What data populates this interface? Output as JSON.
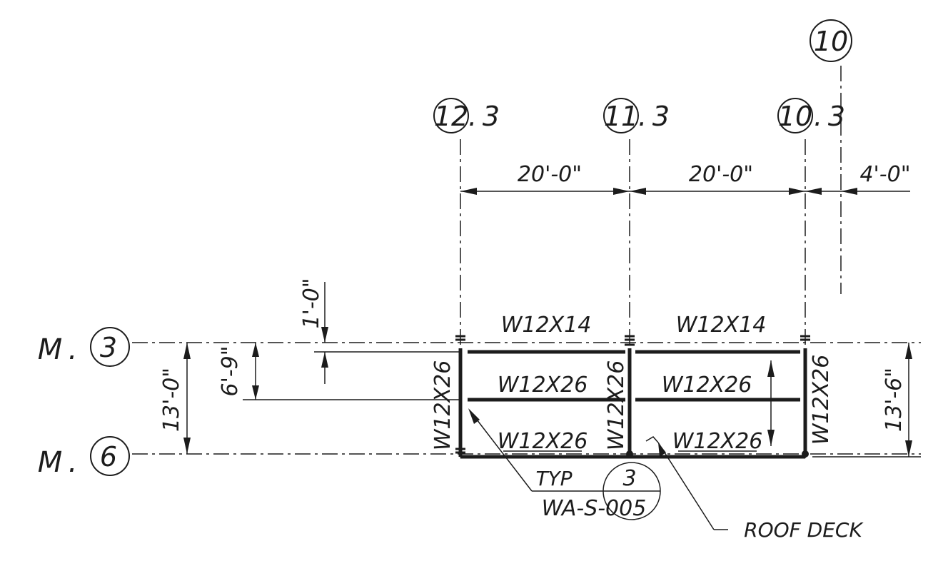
{
  "grid_columns": [
    {
      "id": "col-12-3",
      "label_main": "12",
      "label_suffix": "3"
    },
    {
      "id": "col-11-3",
      "label_main": "11",
      "label_suffix": "3"
    },
    {
      "id": "col-10-3",
      "label_main": "10",
      "label_suffix": "3"
    },
    {
      "id": "col-10",
      "label_main": "10",
      "label_suffix": ""
    }
  ],
  "grid_rows": [
    {
      "id": "row-m-3",
      "label_main": "M",
      "label_suffix": "3"
    },
    {
      "id": "row-m-6",
      "label_main": "M",
      "label_suffix": "6"
    }
  ],
  "dimensions": {
    "span_1": "20'-0\"",
    "span_2": "20'-0\"",
    "span_3": "4'-0\"",
    "offset_top": "1'-0\"",
    "offset_mid": "6'-9\"",
    "bay_left": "13'-0\"",
    "bay_right": "13'-6\""
  },
  "members": {
    "top_left": "W12X14",
    "top_right": "W12X14",
    "mid_left": "W12X26",
    "mid_right": "W12X26",
    "bot_left": "W12X26",
    "bot_right": "W12X26",
    "col_left": "W12X26",
    "col_mid": "W12X26",
    "col_right": "W12X26"
  },
  "callouts": {
    "typ": "TYP",
    "detail_number": "3",
    "sheet": "WA-S-005",
    "roof_deck": "ROOF DECK"
  },
  "colors": {
    "ink": "#1c1c1c",
    "paper": "#ffffff"
  }
}
